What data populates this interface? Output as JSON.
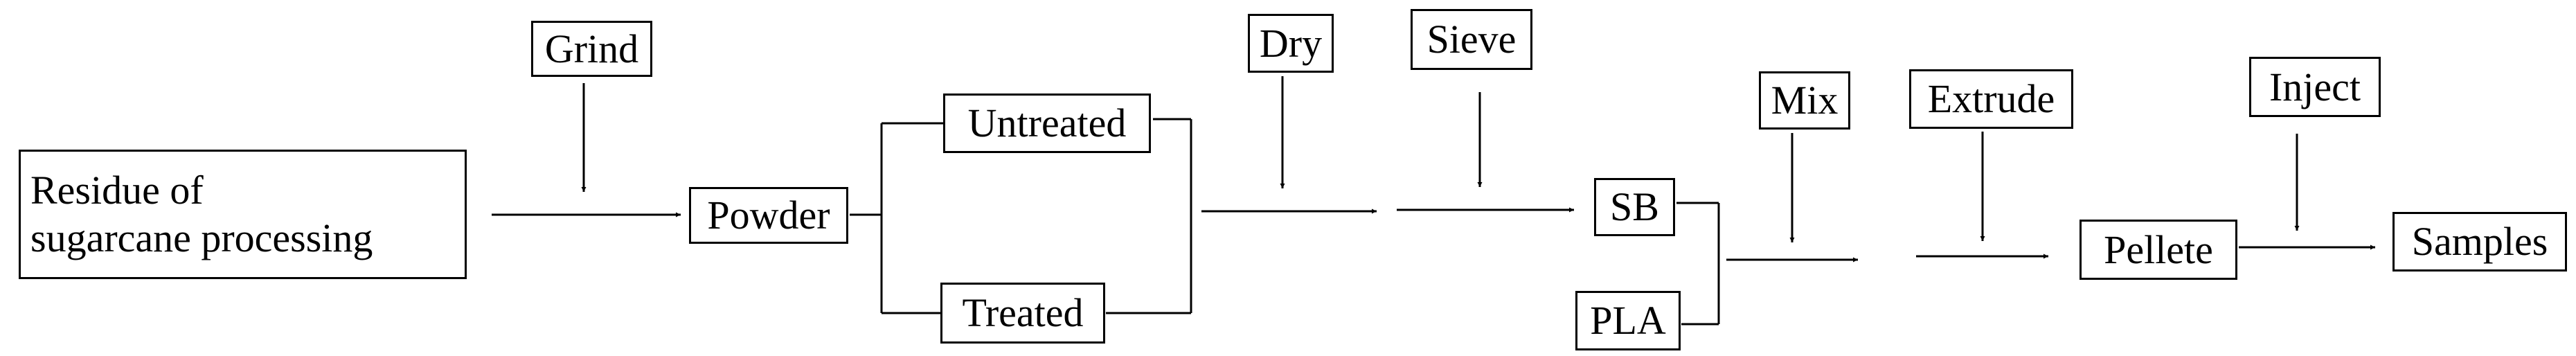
{
  "nodes": {
    "residue": {
      "line1": "Residue of",
      "line2": "sugarcane processing"
    },
    "grind": "Grind",
    "powder": "Powder",
    "untreated": "Untreated",
    "treated": "Treated",
    "dry": "Dry",
    "sieve": "Sieve",
    "sb": "SB",
    "pla": "PLA",
    "mix": "Mix",
    "extrude": "Extrude",
    "pellete": "Pellete",
    "inject": "Inject",
    "samples": "Samples"
  }
}
